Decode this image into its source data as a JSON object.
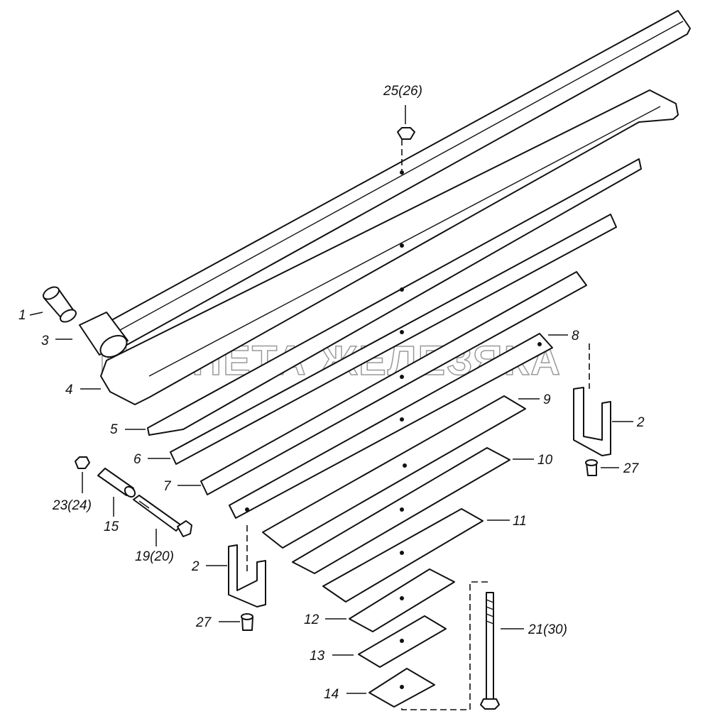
{
  "watermark": "ПЛАНЕТА ЖЕЛЕЗЯКА",
  "labels": {
    "p1": "1",
    "p2_right": "2",
    "p2_left": "2",
    "p3": "3",
    "p4": "4",
    "p5": "5",
    "p6": "6",
    "p7": "7",
    "p8": "8",
    "p9": "9",
    "p10": "10",
    "p11": "11",
    "p12": "12",
    "p13": "13",
    "p14": "14",
    "p15": "15",
    "p19_20": "19(20)",
    "p21_30": "21(30)",
    "p23_24": "23(24)",
    "p25_26": "25(26)",
    "p27_right": "27",
    "p27_left": "27"
  }
}
